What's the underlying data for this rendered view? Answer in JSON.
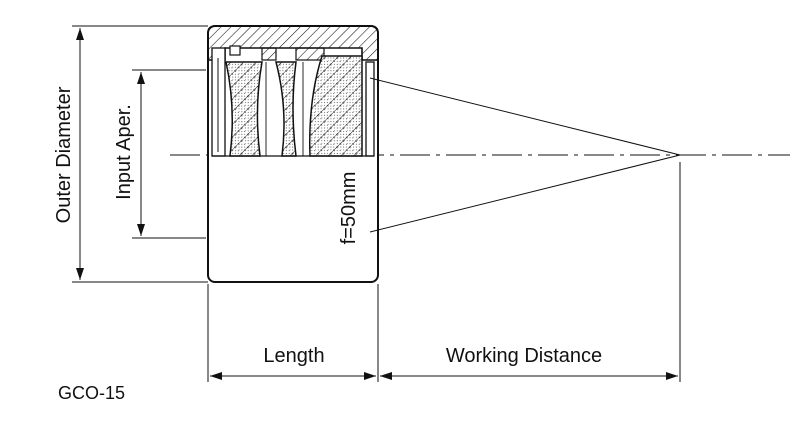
{
  "labels": {
    "outer_diameter": "Outer Diameter",
    "input_aperture": "Input Aper.",
    "focal_length": "f=50mm",
    "length": "Length",
    "working_distance": "Working Distance",
    "model": "GCO-15"
  },
  "colors": {
    "line": "#111111",
    "background": "#ffffff"
  }
}
